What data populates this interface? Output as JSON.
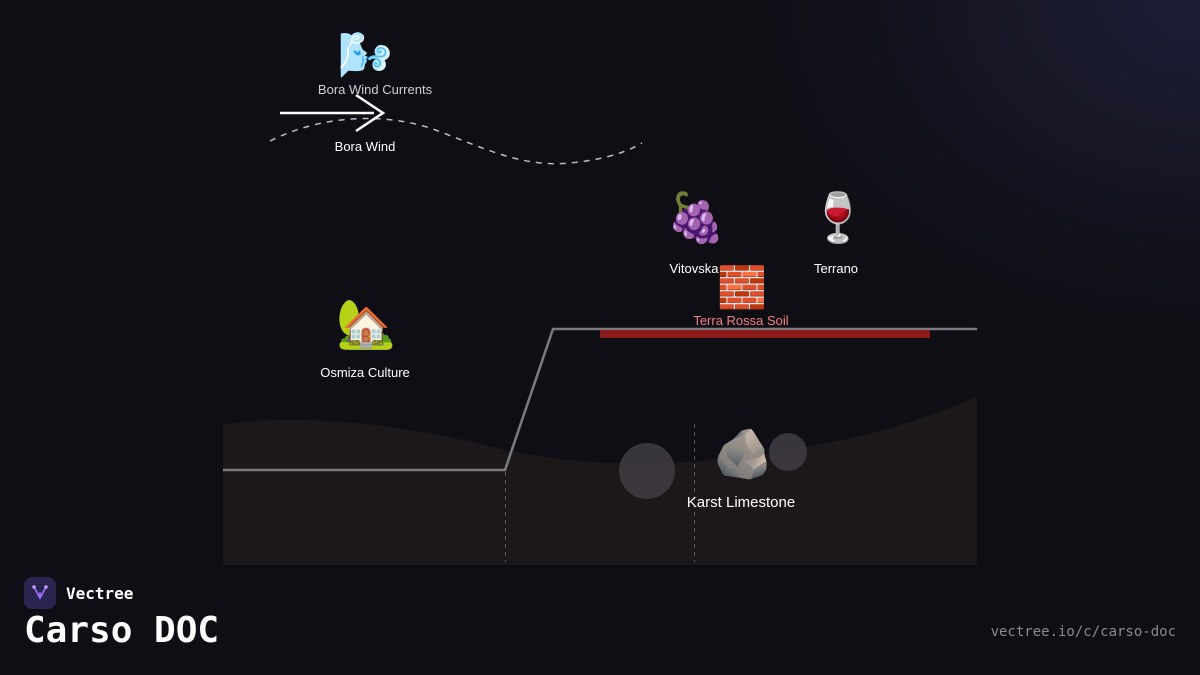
{
  "diagram": {
    "nodes": {
      "bora_currents": {
        "icon": "wind-face-icon",
        "glyph": "🌬️",
        "label": "Bora Wind Currents"
      },
      "bora_wind": {
        "icon": "arrow-right-icon",
        "label": "Bora Wind"
      },
      "vitovska": {
        "icon": "grapes-icon",
        "glyph": "🍇",
        "label": "Vitovska"
      },
      "terrano": {
        "icon": "wine-glass-icon",
        "glyph": "🍷",
        "label": "Terrano"
      },
      "terra_rossa": {
        "icon": "brick-icon",
        "glyph": "🧱",
        "label": "Terra Rossa Soil"
      },
      "osmiza": {
        "icon": "house-with-garden-icon",
        "glyph": "🏡",
        "label": "Osmiza Culture"
      },
      "karst": {
        "icon": "rock-icon",
        "glyph": "🪨",
        "label": "Karst Limestone"
      }
    },
    "colors": {
      "background": "#0f0e14",
      "ground": "#1c1718",
      "profile_line": "#7a7a80",
      "terra_rossa": "#8b1a1a",
      "wind": "#ffffff",
      "accent": "#8a5cf5"
    }
  },
  "footer": {
    "brand_name": "Vectree",
    "title": "Carso DOC",
    "url": "vectree.io/c/carso-doc"
  }
}
